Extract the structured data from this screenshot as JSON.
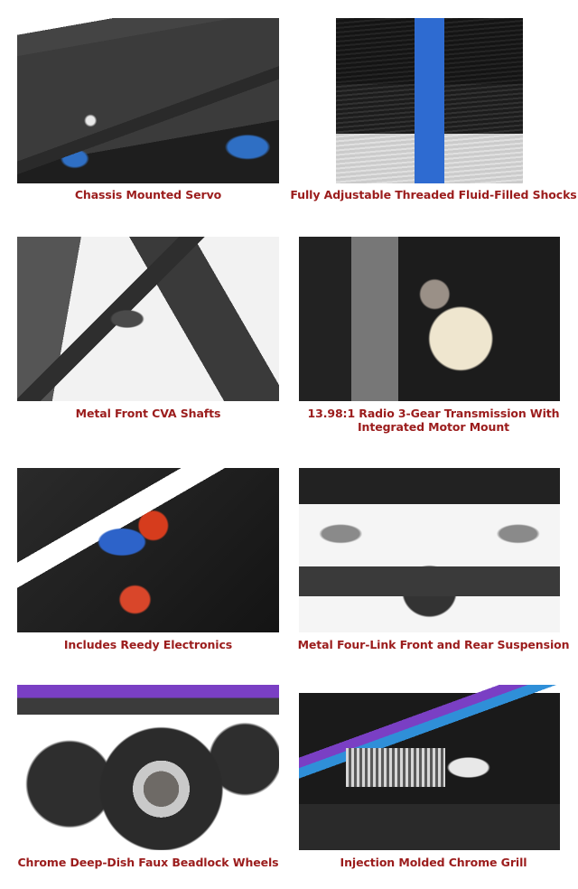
{
  "features": [
    {
      "caption": [
        "Chassis Mounted Servo"
      ],
      "image": "chassis-mounted-servo-photo"
    },
    {
      "caption": [
        "Fully Adjustable Threaded Fluid-Filled Shocks"
      ],
      "image": "threaded-shocks-photo"
    },
    {
      "caption": [
        "Metal Front CVA Shafts"
      ],
      "image": "cva-shafts-photo"
    },
    {
      "caption": [
        "13.98:1 Radio 3-Gear Transmission With",
        "Integrated Motor Mount"
      ],
      "image": "transmission-photo"
    },
    {
      "caption": [
        "Includes Reedy Electronics"
      ],
      "image": "reedy-electronics-photo"
    },
    {
      "caption": [
        "Metal Four-Link Front and Rear Suspension"
      ],
      "image": "four-link-suspension-photo"
    },
    {
      "caption": [
        "Chrome Deep-Dish Faux Beadlock Wheels"
      ],
      "image": "beadlock-wheels-photo"
    },
    {
      "caption": [
        "Injection Molded Chrome Grill"
      ],
      "image": "chrome-grill-photo"
    }
  ],
  "colors": {
    "caption": "#9b1c1c",
    "background": "#ffffff"
  }
}
